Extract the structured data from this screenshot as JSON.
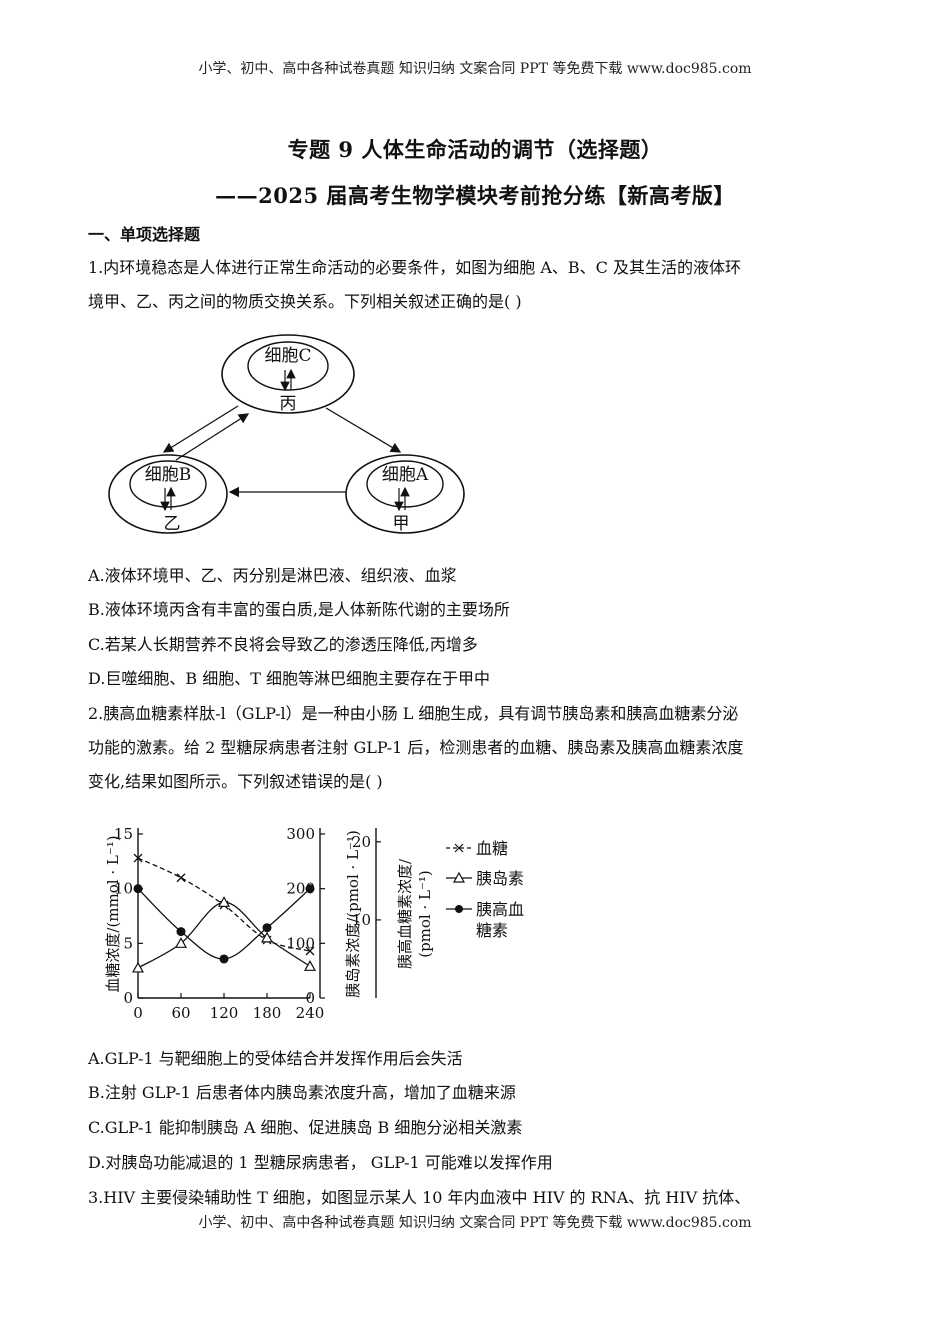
{
  "header": {
    "text": "小学、初中、高中各种试卷真题 知识归纳 文案合同 PPT 等免费下载   www.doc985.com"
  },
  "footer": {
    "text": "小学、初中、高中各种试卷真题 知识归纳 文案合同 PPT 等免费下载   www.doc985.com"
  },
  "title": {
    "line1": "专题 9 人体生命活动的调节（选择题）",
    "line2": "——2025 届高考生物学模块考前抢分练【新高考版】"
  },
  "section1": "一、单项选择题",
  "q1": {
    "stem_line1": "1.内环境稳态是人体进行正常生命活动的必要条件，如图为细胞 A、B、C 及其生活的液体环",
    "stem_line2": "境甲、乙、丙之间的物质交换关系。下列相关叙述正确的是(    )",
    "diagram": {
      "cell_c": "细胞C",
      "fluid_c": "丙",
      "cell_b": "细胞B",
      "fluid_b": "乙",
      "cell_a": "细胞A",
      "fluid_a": "甲"
    },
    "options": [
      "A.液体环境甲、乙、丙分别是淋巴液、组织液、血浆",
      "B.液体环境丙含有丰富的蛋白质,是人体新陈代谢的主要场所",
      "C.若某人长期营养不良将会导致乙的渗透压降低,丙增多",
      "D.巨噬细胞、B 细胞、T 细胞等淋巴细胞主要存在于甲中"
    ]
  },
  "q2": {
    "stem_line1": "2.胰高血糖素样肽-l（GLP-l）是一种由小肠 L 细胞生成，具有调节胰岛素和胰高血糖素分泌",
    "stem_line2": "功能的激素。给 2 型糖尿病患者注射 GLP-1 后，检测患者的血糖、胰岛素及胰高血糖素浓度",
    "stem_line3": "变化,结果如图所示。下列叙述错误的是(    )",
    "options": [
      "A.GLP-1 与靶细胞上的受体结合并发挥作用后会失活",
      "B.注射 GLP-1 后患者体内胰岛素浓度升高，增加了血糖来源",
      "C.GLP-1 能抑制胰岛 A 细胞、促进胰岛 B 细胞分泌相关激素",
      "D.对胰岛功能减退的 1 型糖尿病患者，  GLP-1 可能难以发挥作用"
    ]
  },
  "q3": {
    "stem_line1": "3.HIV 主要侵染辅助性 T 细胞，如图显示某人 10 年内血液中 HIV 的 RNA、抗 HIV 抗体、"
  },
  "chart_data": {
    "type": "line",
    "x": [
      0,
      60,
      120,
      180,
      240
    ],
    "xlim": [
      0,
      240
    ],
    "series": [
      {
        "name": "血糖",
        "axis": "left",
        "values": [
          12.8,
          11,
          8.5,
          5.3,
          4.3
        ],
        "style": "dashed",
        "marker": "x"
      },
      {
        "name": "胰岛素",
        "axis": "middle",
        "values": [
          55,
          100,
          175,
          110,
          58
        ],
        "style": "solid",
        "marker": "triangle-open"
      },
      {
        "name": "胰高血糖素",
        "axis": "right",
        "values": [
          14,
          8.5,
          5,
          9,
          14
        ],
        "style": "solid",
        "marker": "circle-filled"
      }
    ],
    "axes": {
      "left": {
        "label": "血糖浓度/(mmol · L⁻¹)",
        "ticks": [
          0,
          5,
          10,
          15
        ],
        "ylim": [
          0,
          15
        ]
      },
      "middle": {
        "label": "胰岛素浓度/(pmol · L⁻¹)",
        "ticks": [
          0,
          100,
          200,
          300
        ],
        "ylim": [
          0,
          300
        ]
      },
      "right": {
        "label_line1": "胰高血糖素浓度/",
        "label_line2": "(pmol · L⁻¹)",
        "ticks": [
          10,
          20
        ],
        "ylim": [
          0,
          21
        ]
      }
    },
    "x_ticks": [
      "0",
      "60",
      "120",
      "180",
      "240"
    ],
    "legend": [
      "血糖",
      "胰岛素",
      "胰高血",
      "糖素"
    ],
    "legend_position": "right"
  }
}
